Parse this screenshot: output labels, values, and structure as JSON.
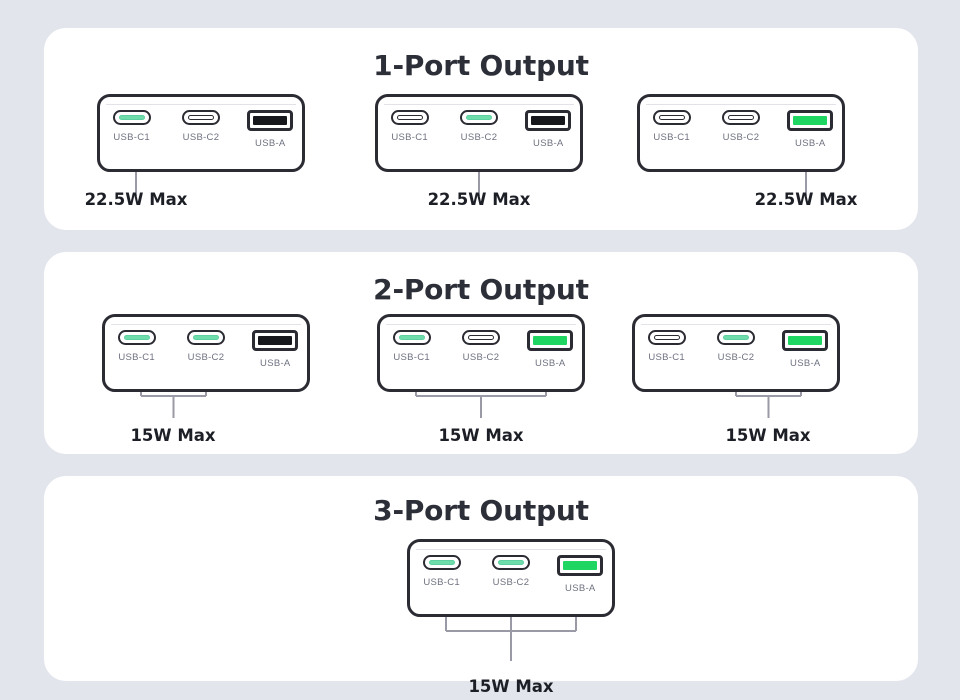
{
  "page": {
    "background_color": "#e3e5ed",
    "card_color": "#ffffff"
  },
  "colors": {
    "outline": "#2b2b33",
    "label_text": "#6f7280",
    "title_text": "#2c2f38",
    "watt_text": "#1d1f26",
    "usb_c_active": "#6fdcab",
    "usb_a_active": "#20d663",
    "usb_a_inactive": "#16171c",
    "connector_line": "#9a9aa6"
  },
  "port_labels": {
    "c1": "USB-C1",
    "c2": "USB-C2",
    "a": "USB-A"
  },
  "sections": [
    {
      "id": "one-port-output",
      "title": "1-Port Output",
      "units": [
        {
          "id": "unit-1a",
          "active": [
            "c1"
          ],
          "watt": "22.5W Max",
          "connector": "single-c1"
        },
        {
          "id": "unit-1b",
          "active": [
            "c2"
          ],
          "watt": "22.5W Max",
          "connector": "single-c2"
        },
        {
          "id": "unit-1c",
          "active": [
            "a"
          ],
          "watt": "22.5W Max",
          "connector": "single-a"
        }
      ]
    },
    {
      "id": "two-port-output",
      "title": "2-Port Output",
      "units": [
        {
          "id": "unit-2a",
          "active": [
            "c1",
            "c2"
          ],
          "watt": "15W Max",
          "connector": "pair-c1-c2"
        },
        {
          "id": "unit-2b",
          "active": [
            "c1",
            "a"
          ],
          "watt": "15W Max",
          "connector": "pair-c1-a"
        },
        {
          "id": "unit-2c",
          "active": [
            "c2",
            "a"
          ],
          "watt": "15W Max",
          "connector": "pair-c2-a"
        }
      ]
    },
    {
      "id": "three-port-output",
      "title": "3-Port Output",
      "units": [
        {
          "id": "unit-3a",
          "active": [
            "c1",
            "c2",
            "a"
          ],
          "watt": "15W Max",
          "connector": "triple"
        }
      ]
    }
  ]
}
